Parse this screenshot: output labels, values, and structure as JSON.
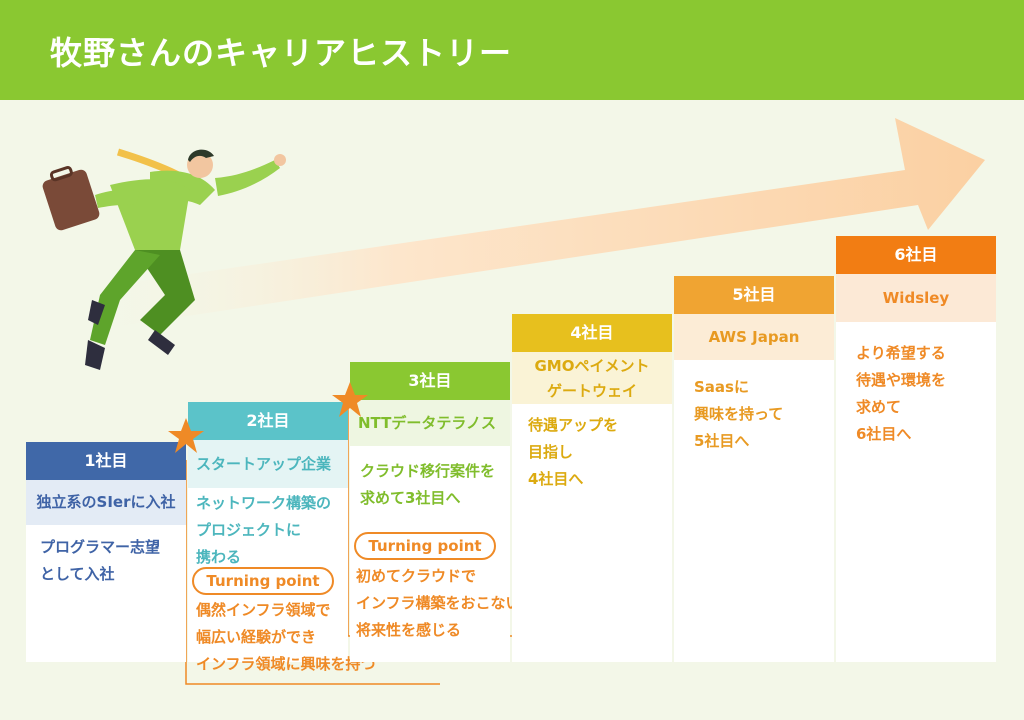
{
  "header": {
    "title": "牧野さんのキャリアヒストリー"
  },
  "colors": {
    "header_bg": "#8ac831",
    "arrow": "#fbd9b4",
    "orange": "#ef8a26"
  },
  "steps": [
    {
      "label": "1社目",
      "company": "独立系のSIerに入社",
      "note": "プログラマー志望\nとして入社",
      "head_color": "#4068a8",
      "text_color": "#3f63a6"
    },
    {
      "label": "2社目",
      "company": "スタートアップ企業",
      "note": "ネットワーク構築の\nプロジェクトに\n携わる",
      "turning": "Turning point",
      "turning_note": "偶然インフラ領域で\n幅広い経験ができ\nインフラ領域に興味を持つ",
      "head_color": "#5bc3c9",
      "text_color": "#4cb6bd"
    },
    {
      "label": "3社目",
      "company": "NTTデータテラノス",
      "note": "クラウド移行案件を\n求めて3社目へ",
      "turning": "Turning point",
      "turning_note": "初めてクラウドで\nインフラ構築をおこない\n将来性を感じる",
      "head_color": "#8ac831",
      "text_color": "#80bd2c"
    },
    {
      "label": "4社目",
      "company": "GMOペイメント\nゲートウェイ",
      "note": "待遇アップを\n目指し\n4社目へ",
      "head_color": "#e7c01e",
      "text_color": "#dcaa10"
    },
    {
      "label": "5社目",
      "company": "AWS Japan",
      "note": "Saasに\n興味を持って\n5社目へ",
      "head_color": "#f0a432",
      "text_color": "#e89a22"
    },
    {
      "label": "6社目",
      "company": "Widsley",
      "note": "より希望する\n待遇や環境を\n求めて\n6社目へ",
      "head_color": "#f27d13",
      "text_color": "#ef8a26"
    }
  ]
}
